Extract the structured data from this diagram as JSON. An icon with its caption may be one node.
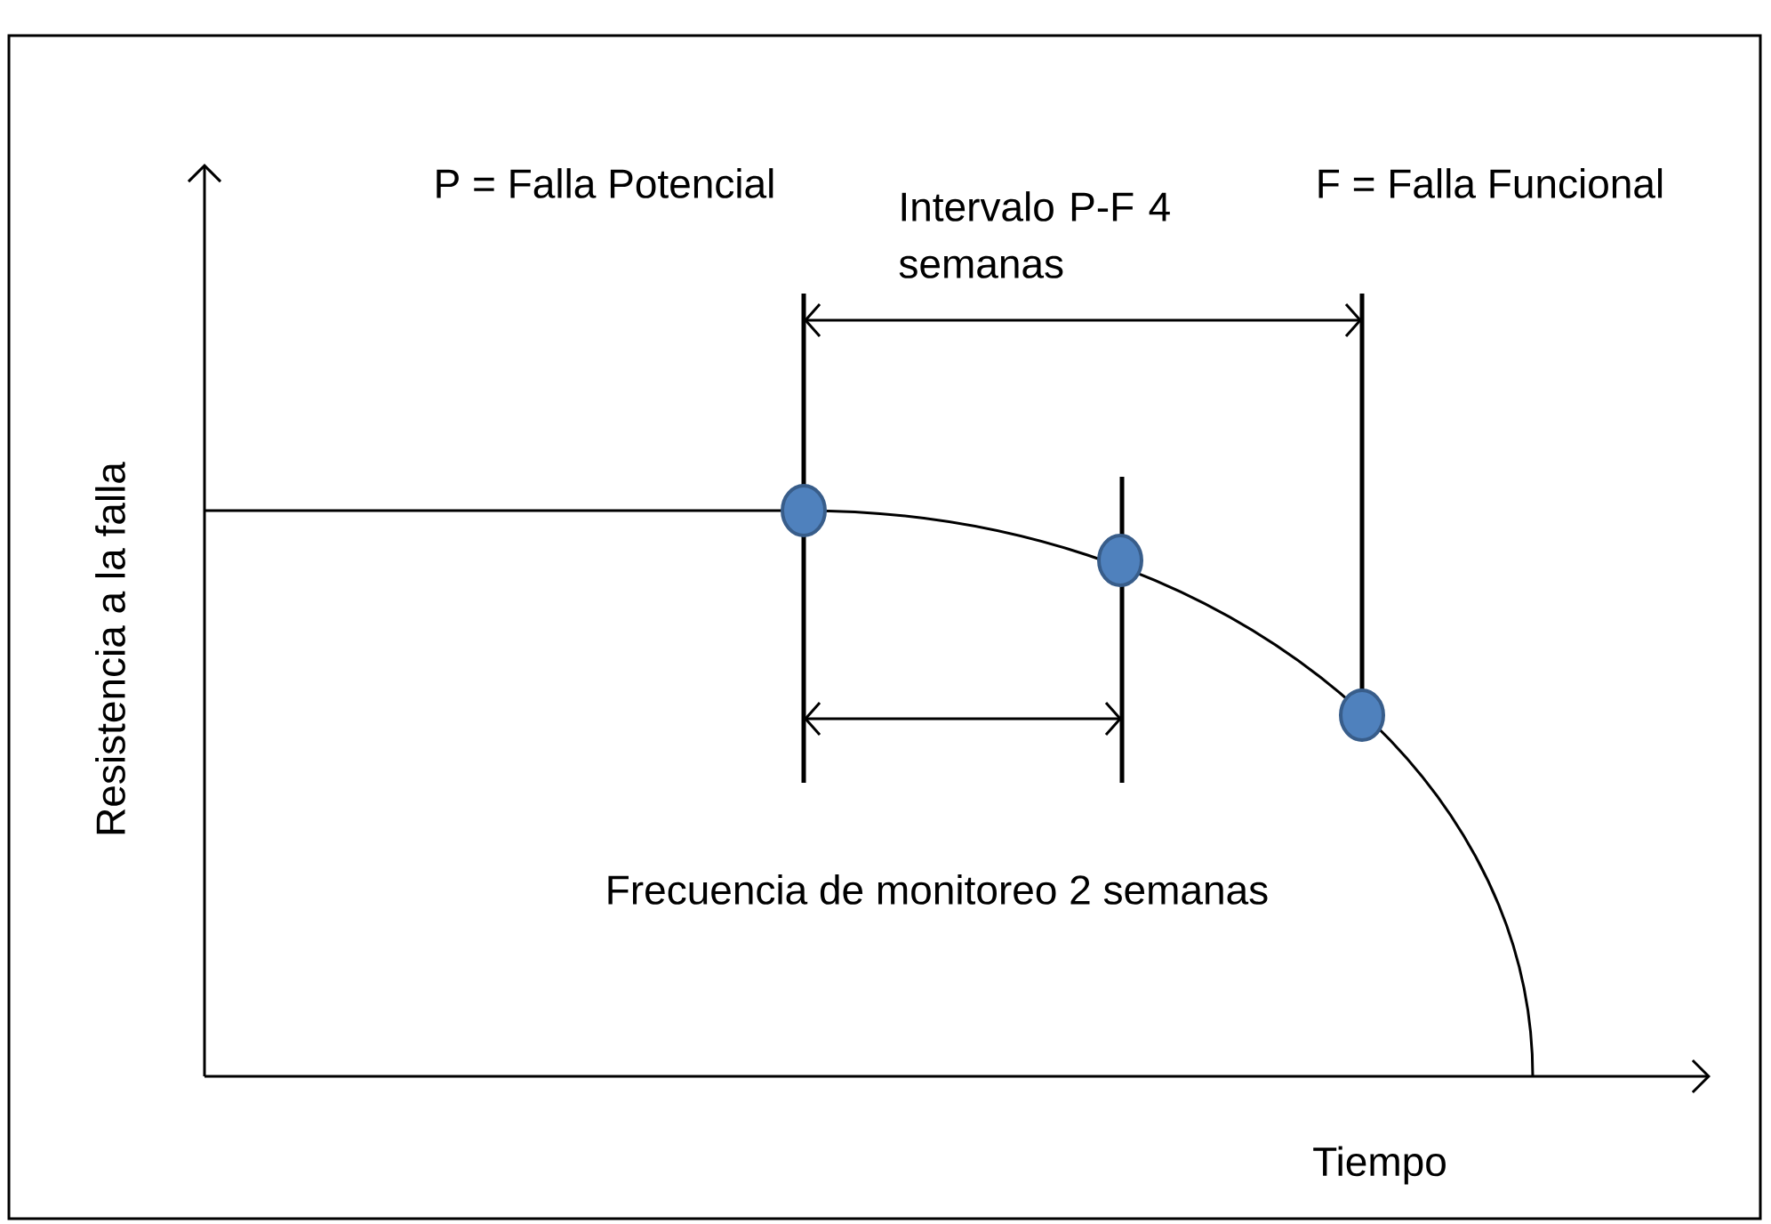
{
  "diagram": {
    "labels": [
      "P = Falla Potencial",
      "Intervalo P-F 4 semanas",
      "F = Falla Funcional",
      "Resistencia a la falla",
      "Frecuencia de monitoreo 2 semanas",
      "Tiempo"
    ]
  }
}
